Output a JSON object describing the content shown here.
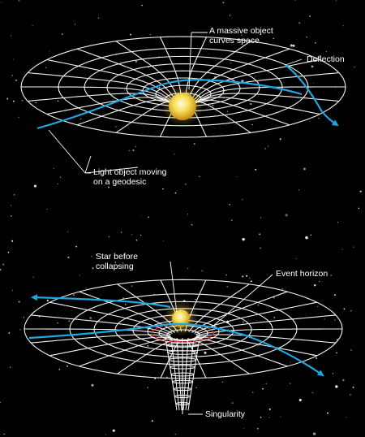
{
  "top_panel": {
    "labels": {
      "massive_object_line1": "A massive object",
      "massive_object_line2": "curves space",
      "deflection": "Deflection",
      "light_object_line1": "Light object moving",
      "light_object_line2": "on a geodesic"
    }
  },
  "bottom_panel": {
    "labels": {
      "star_before_line1": "Star before",
      "star_before_line2": "collapsing",
      "event_horizon": "Event horizon",
      "singularity": "Singularity"
    }
  },
  "colors": {
    "background": "#000000",
    "grid": "#ffffff",
    "geodesic": "#1ea7e1",
    "star": "#f6e25a",
    "event_horizon": "#e0202a"
  }
}
